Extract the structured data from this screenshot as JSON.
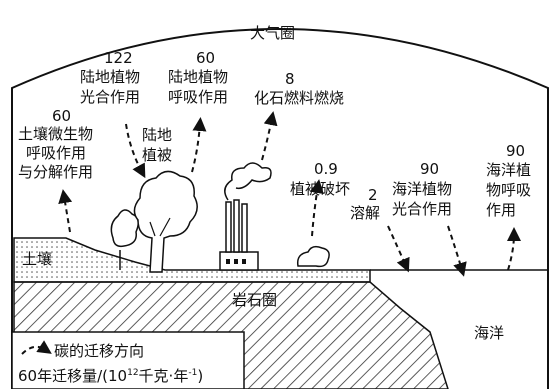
{
  "regions": {
    "atmosphere": "大气圈",
    "soil": "土壤",
    "lithosphere": "岩石圈",
    "ocean": "海洋"
  },
  "labels": {
    "land_vegetation": [
      "陆地",
      "植被"
    ]
  },
  "flows": [
    {
      "id": "soil-microbe-respiration",
      "value": "60",
      "lines": [
        "土壤微生物",
        "呼吸作用",
        "与分解作用"
      ]
    },
    {
      "id": "land-photosynthesis",
      "value": "122",
      "lines": [
        "陆地植物",
        "光合作用"
      ]
    },
    {
      "id": "land-respiration",
      "value": "60",
      "lines": [
        "陆地植物",
        "呼吸作用"
      ]
    },
    {
      "id": "fossil-fuel-burning",
      "value": "8",
      "lines": [
        "化石燃料燃烧"
      ]
    },
    {
      "id": "vegetation-destruction",
      "value": "0.9",
      "lines": [
        "植被破坏"
      ]
    },
    {
      "id": "dissolution",
      "value": "2",
      "lines": [
        "溶解"
      ]
    },
    {
      "id": "ocean-photosynthesis",
      "value": "90",
      "lines": [
        "海洋植物",
        "光合作用"
      ]
    },
    {
      "id": "ocean-respiration",
      "value": "90",
      "lines": [
        "海洋植",
        "物呼吸",
        "作用"
      ]
    }
  ],
  "legend": {
    "arrow_label": "碳的迁移方向",
    "amount_label": "60年迁移量/(10",
    "amount_exp": "12",
    "amount_unit": "千克·年",
    "amount_unit_exp": "-1",
    "amount_close": ")"
  }
}
